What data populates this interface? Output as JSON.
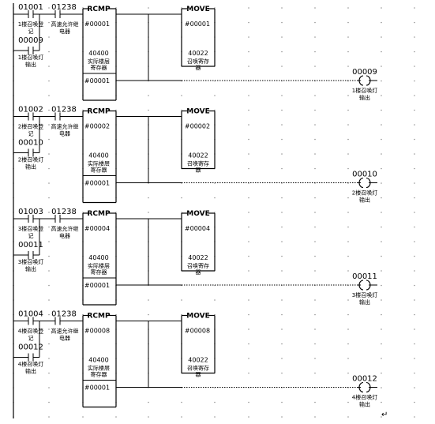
{
  "rungs": [
    {
      "contact_addr": "01001",
      "contact_label": [
        "1楼召唤登",
        "记"
      ],
      "seal_addr": "00009",
      "seal_label": [
        "1楼召唤灯",
        "输出"
      ],
      "permit_addr": "01238",
      "permit_label": [
        "高速允许继",
        "电器"
      ],
      "rcmp": {
        "name": "RCMP",
        "op1": "#00001",
        "op2": "40400",
        "op2_label": [
          "实际楼层",
          "寄存器"
        ],
        "op3": "#00001"
      },
      "move": {
        "name": "MOVE",
        "op1": "#00001",
        "op2": "40022",
        "op2_label": [
          "召唤寄存",
          "器"
        ]
      },
      "coil_addr": "00009",
      "coil_label": [
        "1楼召唤灯",
        "输出"
      ]
    },
    {
      "contact_addr": "01002",
      "contact_label": [
        "2楼召唤登",
        "记"
      ],
      "seal_addr": "00010",
      "seal_label": [
        "2楼召唤灯",
        "输出"
      ],
      "permit_addr": "01238",
      "permit_label": [
        "高速允许继",
        "电器"
      ],
      "rcmp": {
        "name": "RCMP",
        "op1": "#00002",
        "op2": "40400",
        "op2_label": [
          "实际楼层",
          "寄存器"
        ],
        "op3": "#00001"
      },
      "move": {
        "name": "MOVE",
        "op1": "#00002",
        "op2": "40022",
        "op2_label": [
          "召唤寄存",
          "器"
        ]
      },
      "coil_addr": "00010",
      "coil_label": [
        "2楼召唤灯",
        "输出"
      ]
    },
    {
      "contact_addr": "01003",
      "contact_label": [
        "3楼召唤登",
        "记"
      ],
      "seal_addr": "00011",
      "seal_label": [
        "3楼召唤灯",
        "输出"
      ],
      "permit_addr": "01238",
      "permit_label": [
        "高速允许继",
        "电器"
      ],
      "rcmp": {
        "name": "RCMP",
        "op1": "#00004",
        "op2": "40400",
        "op2_label": [
          "实际楼层",
          "寄存器"
        ],
        "op3": "#00001"
      },
      "move": {
        "name": "MOVE",
        "op1": "#00004",
        "op2": "40022",
        "op2_label": [
          "召唤寄存",
          "器"
        ]
      },
      "coil_addr": "00011",
      "coil_label": [
        "3楼召唤灯",
        "输出"
      ]
    },
    {
      "contact_addr": "01004",
      "contact_label": [
        "4楼召唤登",
        "记"
      ],
      "seal_addr": "00012",
      "seal_label": [
        "4楼召唤灯",
        "输出"
      ],
      "permit_addr": "01238",
      "permit_label": [
        "高速允许继",
        "电器"
      ],
      "rcmp": {
        "name": "RCMP",
        "op1": "#00008",
        "op2": "40400",
        "op2_label": [
          "实际楼层",
          "寄存器"
        ],
        "op3": "#00001"
      },
      "move": {
        "name": "MOVE",
        "op1": "#00008",
        "op2": "40022",
        "op2_label": [
          "召唤寄存",
          "器"
        ]
      },
      "coil_addr": "00012",
      "coil_label": [
        "4楼召唤灯",
        "输出"
      ]
    }
  ],
  "end_mark": "↵"
}
